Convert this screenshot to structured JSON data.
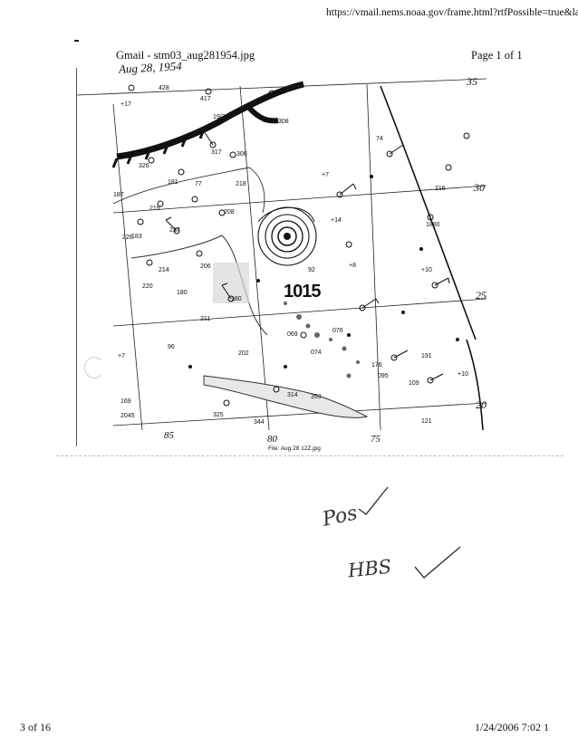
{
  "header": {
    "url": "https://vmail.nems.noaa.gov/frame.html?rtfPossible=true&lang=e",
    "title": "Gmail - stm03_aug281954.jpg",
    "page_count": "Page 1 of 1"
  },
  "map": {
    "date_note": "Aug 28, 1954",
    "pressure_label": "1015",
    "caption": "File: Aug 28 12Z.jpg",
    "lat_labels": [
      "35",
      "30",
      "25",
      "20"
    ],
    "lon_labels": [
      "85",
      "80",
      "75"
    ],
    "station_numbers": [
      "428",
      "417",
      "317",
      "326",
      "308",
      "306",
      "219",
      "217",
      "226",
      "208",
      "206",
      "214",
      "220",
      "211",
      "202",
      "180",
      "074",
      "076",
      "069",
      "095",
      "109",
      "121",
      "314",
      "353",
      "325",
      "344"
    ]
  },
  "annotations": {
    "note_1": "Pos",
    "note_2": "HBS"
  },
  "footer": {
    "page_of": "3 of 16",
    "timestamp": "1/24/2006 7:02 1"
  },
  "colors": {
    "ink": "#111111",
    "paper": "#ffffff"
  }
}
